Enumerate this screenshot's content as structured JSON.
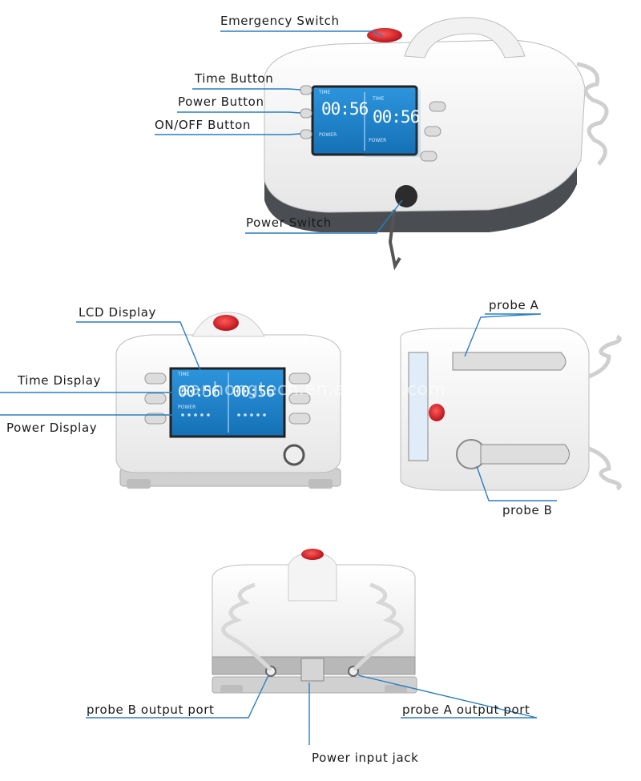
{
  "callouts": {
    "emergency_switch": "Emergency Switch",
    "time_button": "Time Button",
    "power_button": "Power Button",
    "on_off_button": "ON/OFF Button",
    "power_switch": "Power Switch",
    "lcd_display": "LCD Display",
    "time_display": "Time Display",
    "power_display": "Power Display",
    "probe_a": "probe A",
    "probe_b": "probe B",
    "probe_b_output_port": "probe B output port",
    "probe_a_output_port": "probe A output port",
    "power_input_jack": "Power input jack"
  },
  "lcd": {
    "time_label": "TIME",
    "power_label": "POWER",
    "time_value": "00:56"
  },
  "watermark": "sanhongtech.en.alibaba.com",
  "colors": {
    "leader_line": "#2a7fc1",
    "lcd_blue": "#1f86d0",
    "emergency_red": "#d81f26",
    "device_body": "#f3f3f3",
    "device_base": "#4a4d52"
  }
}
